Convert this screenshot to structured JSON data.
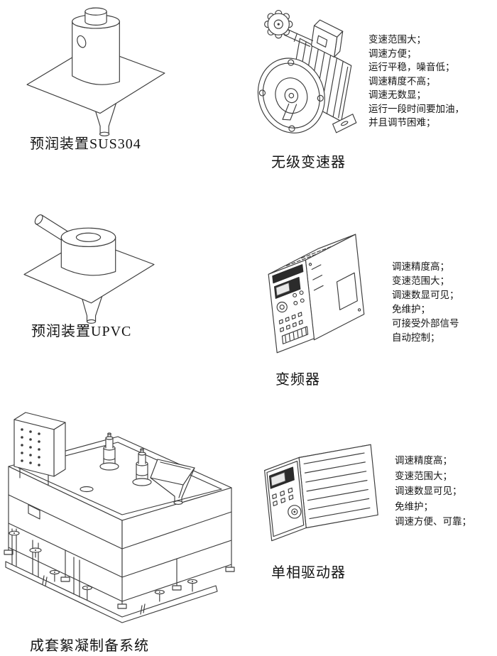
{
  "page": {
    "background": "#ffffff",
    "line_color": "#3c3c3c"
  },
  "items": [
    {
      "id": "prewet-sus304",
      "label": "预润装置SUS304"
    },
    {
      "id": "stepless-variator",
      "label": "无级变速器",
      "notes": [
        "变速范围大；",
        "调速方便；",
        "运行平稳，噪音低；",
        "调速精度不高；",
        "调速无数显；",
        "运行一段时间要加油，",
        "并且调节困难；"
      ]
    },
    {
      "id": "prewet-upvc",
      "label": "预润装置UPVC"
    },
    {
      "id": "vfd",
      "label": "变频器",
      "notes": [
        "调速精度高；",
        "变速范围大；",
        "调速数显可见；",
        "免维护；",
        "可接受外部信号",
        "自动控制；"
      ]
    },
    {
      "id": "flocculation-system",
      "label": "成套絮凝制备系统"
    },
    {
      "id": "single-phase-driver",
      "label": "单相驱动器",
      "notes": [
        "调速精度高；",
        "变速范围大；",
        "调速数显可见；",
        "免维护；",
        "调速方便、可靠；"
      ]
    }
  ]
}
